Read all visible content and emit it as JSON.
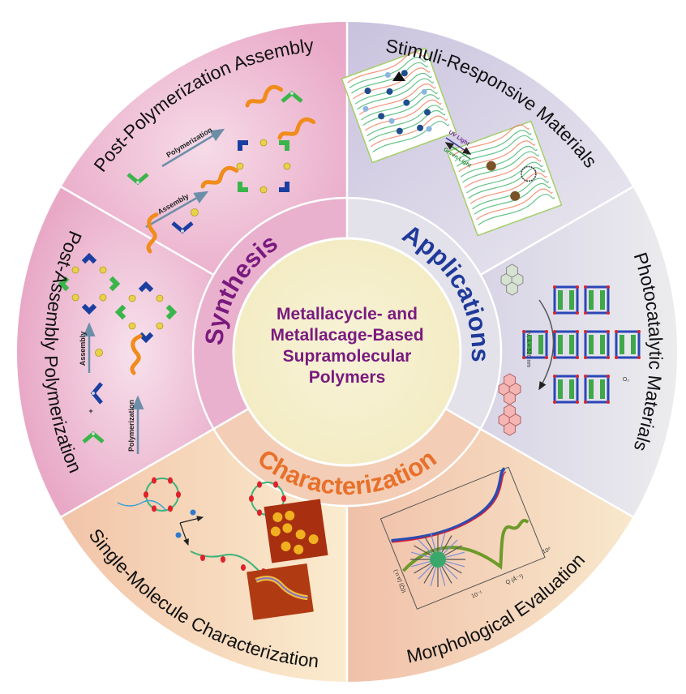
{
  "title": {
    "lines": [
      "Metallacycle- and",
      "Metallacage-Based",
      "Supramolecular",
      "Polymers"
    ],
    "color": "#7a1a7e"
  },
  "inner_ring": [
    {
      "id": "synthesis",
      "label": "Synthesis",
      "color": "#7a1a7e"
    },
    {
      "id": "applications",
      "label": "Applications",
      "color": "#1f3a9a"
    },
    {
      "id": "characterization",
      "label": "Characterization",
      "color": "#e8702a"
    }
  ],
  "outer_sectors": [
    {
      "id": "post-polymerization-assembly",
      "label": "Post-Polymerization Assembly",
      "group": "synthesis",
      "bg": "#f0c6da"
    },
    {
      "id": "stimuli-responsive-materials",
      "label": "Stimuli-Responsive Materials",
      "group": "applications",
      "bg": "#dcd8ea"
    },
    {
      "id": "photocatalytic-materials",
      "label": "Photocatalytic Materials",
      "group": "applications",
      "bg": "#e4e2ea"
    },
    {
      "id": "morphological-evaluation",
      "label": "Morphological Evaluation",
      "group": "characterization",
      "bg": "#f2c8b0"
    },
    {
      "id": "single-molecule-characterization",
      "label": "Single-Molecule Characterization",
      "group": "characterization",
      "bg": "#f6dcc2"
    },
    {
      "id": "post-assembly-polymerization",
      "label": "Post-Assembly Polymerization",
      "group": "synthesis",
      "bg": "#eebbd3"
    }
  ],
  "annotations": {
    "polymerization": "Polymerization",
    "assembly": "Assembly",
    "uv_light": "UV Light",
    "green_light": "Green Light",
    "hv_label": "hν, λ = 520 nm",
    "o2_label": "O₂",
    "plot_ylabel": "I(Q) (a.u.)",
    "plot_xlabel": "Q (Å⁻¹)",
    "plot_tick_low": "10⁻¹",
    "plot_tick_high": "10⁰",
    "plus": "+"
  }
}
